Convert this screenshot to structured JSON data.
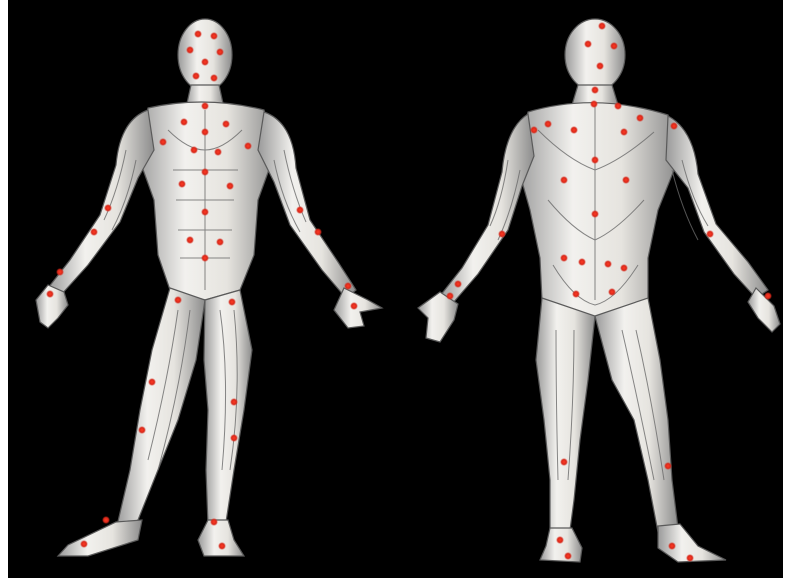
{
  "image": {
    "subject": "anatomical-muscle-figures",
    "background_color": "#000000",
    "figure_color": "#e8e6e2",
    "muscle_line_color": "#6a6a6a",
    "marker_color": "#e02a1a",
    "figures": [
      {
        "view": "front",
        "marker_count": 40
      },
      {
        "view": "back",
        "marker_count": 34
      }
    ]
  }
}
